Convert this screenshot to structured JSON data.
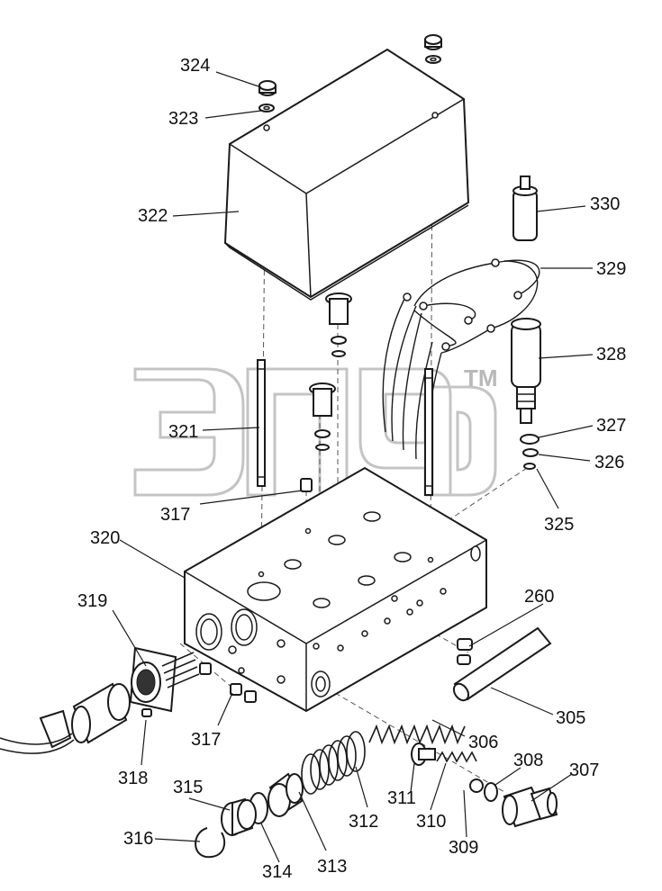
{
  "watermark": {
    "trademark": "TM"
  },
  "labels": [
    {
      "id": "324",
      "text": "324"
    },
    {
      "id": "323",
      "text": "323"
    },
    {
      "id": "322",
      "text": "322"
    },
    {
      "id": "330",
      "text": "330"
    },
    {
      "id": "329",
      "text": "329"
    },
    {
      "id": "328",
      "text": "328"
    },
    {
      "id": "327",
      "text": "327"
    },
    {
      "id": "326",
      "text": "326"
    },
    {
      "id": "325",
      "text": "325"
    },
    {
      "id": "321",
      "text": "321"
    },
    {
      "id": "317a",
      "text": "317"
    },
    {
      "id": "320",
      "text": "320"
    },
    {
      "id": "319",
      "text": "319"
    },
    {
      "id": "260",
      "text": "260"
    },
    {
      "id": "305",
      "text": "305"
    },
    {
      "id": "306",
      "text": "306"
    },
    {
      "id": "317b",
      "text": "317"
    },
    {
      "id": "318",
      "text": "318"
    },
    {
      "id": "315",
      "text": "315"
    },
    {
      "id": "316",
      "text": "316"
    },
    {
      "id": "314",
      "text": "314"
    },
    {
      "id": "313",
      "text": "313"
    },
    {
      "id": "312",
      "text": "312"
    },
    {
      "id": "311",
      "text": "311"
    },
    {
      "id": "310",
      "text": "310"
    },
    {
      "id": "309",
      "text": "309"
    },
    {
      "id": "308",
      "text": "308"
    },
    {
      "id": "307",
      "text": "307"
    }
  ]
}
